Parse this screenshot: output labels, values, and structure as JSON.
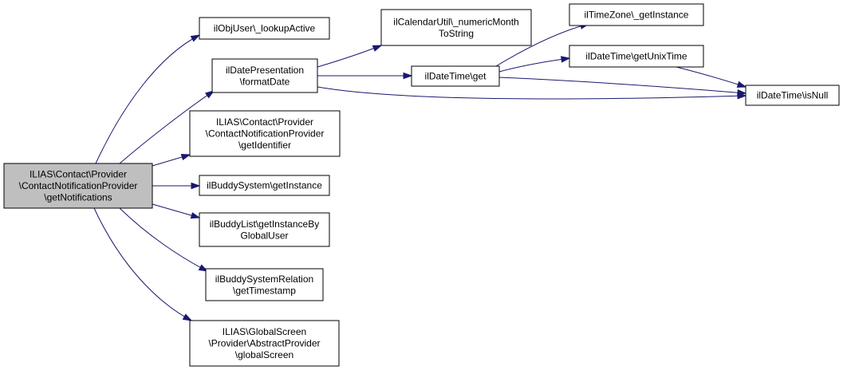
{
  "colors": {
    "edge": "#191970",
    "node_fill": "#ffffff",
    "root_fill": "#bfbfbf",
    "border": "#000000"
  },
  "nodes": {
    "root": {
      "lines": [
        "ILIAS\\Contact\\Provider",
        "\\ContactNotificationProvider",
        "\\getNotifications"
      ]
    },
    "lookupActive": {
      "lines": [
        "ilObjUser\\_lookupActive"
      ]
    },
    "formatDate": {
      "lines": [
        "ilDatePresentation",
        "\\formatDate"
      ]
    },
    "numericMonth": {
      "lines": [
        "ilCalendarUtil\\_numericMonth",
        "ToString"
      ]
    },
    "dtGet": {
      "lines": [
        "ilDateTime\\get"
      ]
    },
    "tzGetInstance": {
      "lines": [
        "ilTimeZone\\_getInstance"
      ]
    },
    "getUnixTime": {
      "lines": [
        "ilDateTime\\getUnixTime"
      ]
    },
    "isNull": {
      "lines": [
        "ilDateTime\\isNull"
      ]
    },
    "getIdentifier": {
      "lines": [
        "ILIAS\\Contact\\Provider",
        "\\ContactNotificationProvider",
        "\\getIdentifier"
      ]
    },
    "bsGetInstance": {
      "lines": [
        "ilBuddySystem\\getInstance"
      ]
    },
    "blGetInstance": {
      "lines": [
        "ilBuddyList\\getInstanceBy",
        "GlobalUser"
      ]
    },
    "getTimestamp": {
      "lines": [
        "ilBuddySystemRelation",
        "\\getTimestamp"
      ]
    },
    "globalScreen": {
      "lines": [
        "ILIAS\\GlobalScreen",
        "\\Provider\\AbstractProvider",
        "\\globalScreen"
      ]
    }
  },
  "edges": [
    [
      "root",
      "lookupActive"
    ],
    [
      "root",
      "formatDate"
    ],
    [
      "root",
      "getIdentifier"
    ],
    [
      "root",
      "bsGetInstance"
    ],
    [
      "root",
      "blGetInstance"
    ],
    [
      "root",
      "getTimestamp"
    ],
    [
      "root",
      "globalScreen"
    ],
    [
      "formatDate",
      "numericMonth"
    ],
    [
      "formatDate",
      "dtGet"
    ],
    [
      "formatDate",
      "isNull"
    ],
    [
      "dtGet",
      "tzGetInstance"
    ],
    [
      "dtGet",
      "getUnixTime"
    ],
    [
      "dtGet",
      "isNull"
    ],
    [
      "getUnixTime",
      "isNull"
    ]
  ]
}
